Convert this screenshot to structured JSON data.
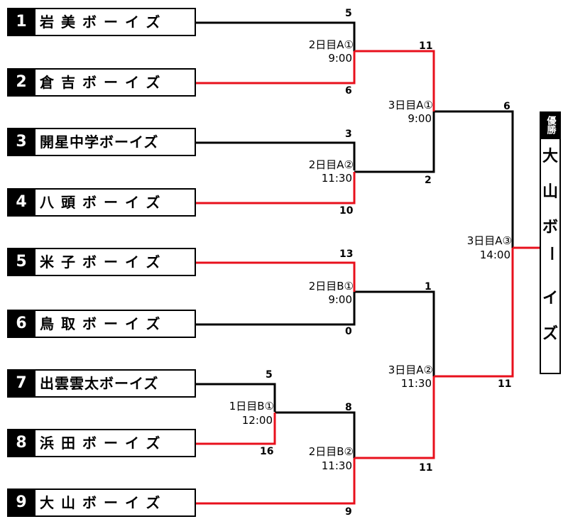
{
  "teams": [
    {
      "seed": "1",
      "name": "岩美ボーイズ"
    },
    {
      "seed": "2",
      "name": "倉吉ボーイズ"
    },
    {
      "seed": "3",
      "name": "開星中学ボーイズ"
    },
    {
      "seed": "4",
      "name": "八頭ボーイズ"
    },
    {
      "seed": "5",
      "name": "米子ボーイズ"
    },
    {
      "seed": "6",
      "name": "鳥取ボーイズ"
    },
    {
      "seed": "7",
      "name": "出雲雲太ボーイズ"
    },
    {
      "seed": "8",
      "name": "浜田ボーイズ"
    },
    {
      "seed": "9",
      "name": "大山ボーイズ"
    }
  ],
  "matches": [
    {
      "label": "2日目A①",
      "time": "9:00",
      "score_top": "5",
      "score_bottom": "6"
    },
    {
      "label": "2日目A②",
      "time": "11:30",
      "score_top": "3",
      "score_bottom": "10"
    },
    {
      "label": "2日目B①",
      "time": "9:00",
      "score_top": "13",
      "score_bottom": "0"
    },
    {
      "label": "1日目B①",
      "time": "12:00",
      "score_top": "5",
      "score_bottom": "16"
    },
    {
      "label": "2日目B②",
      "time": "11:30",
      "score_top": "8",
      "score_bottom": "9"
    },
    {
      "label": "3日目A①",
      "time": "9:00",
      "score_top": "11",
      "score_bottom": "2"
    },
    {
      "label": "3日目A②",
      "time": "11:30",
      "score_top": "1",
      "score_bottom": "11"
    },
    {
      "label": "3日目A③",
      "time": "14:00",
      "score_top": "6",
      "score_bottom": "11"
    }
  ],
  "champion": {
    "header": "優勝",
    "name": [
      "大",
      "山",
      "ボ",
      "ー",
      "イ",
      "ズ"
    ]
  },
  "colors": {
    "winner": "#e8101c",
    "loser": "#000000"
  }
}
